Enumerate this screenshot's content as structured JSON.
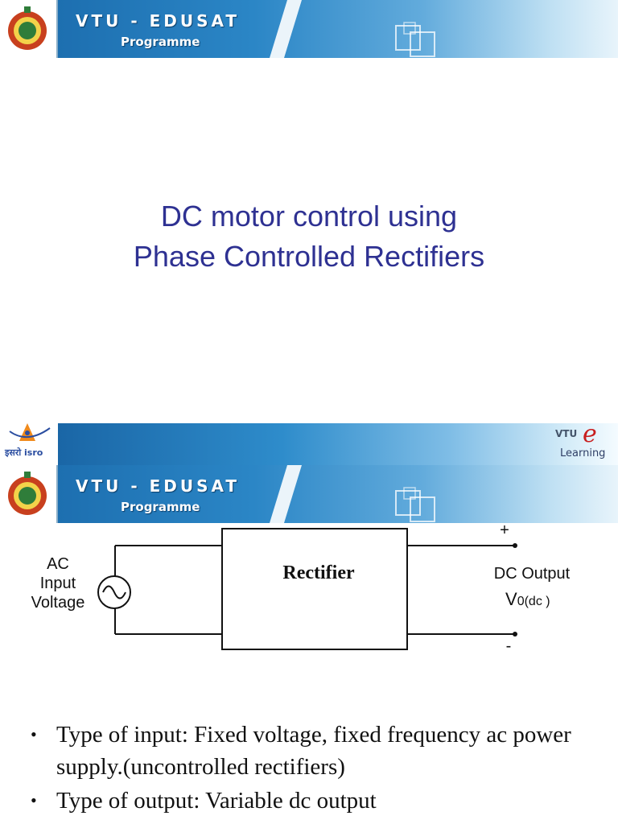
{
  "banner_top": {
    "brand": "VTU - EDUSAT",
    "subtitle": "Programme"
  },
  "slide1": {
    "title_line1": "DC motor control using",
    "title_line2": "Phase Controlled Rectifiers"
  },
  "header2": {
    "isro_text": "इसरो isro",
    "elearn_vtu": "VTU",
    "elearn_e": "e",
    "elearn_learning": "Learning"
  },
  "banner_second": {
    "brand": "VTU - EDUSAT",
    "subtitle": "Programme"
  },
  "diagram": {
    "input_line1": "AC",
    "input_line2": "Input",
    "input_line3": "Voltage",
    "block_label": "Rectifier",
    "output_line1": "DC Output",
    "output_v": "V",
    "output_sub": "0(dc )",
    "plus": "+",
    "minus": "-"
  },
  "bullets": [
    "Type of input: Fixed voltage, fixed frequency ac power supply.(uncontrolled rectifiers)",
    "Type of output: Variable dc output"
  ],
  "colors": {
    "title": "#2e3192",
    "banner_blue": "#1d6fb0"
  }
}
